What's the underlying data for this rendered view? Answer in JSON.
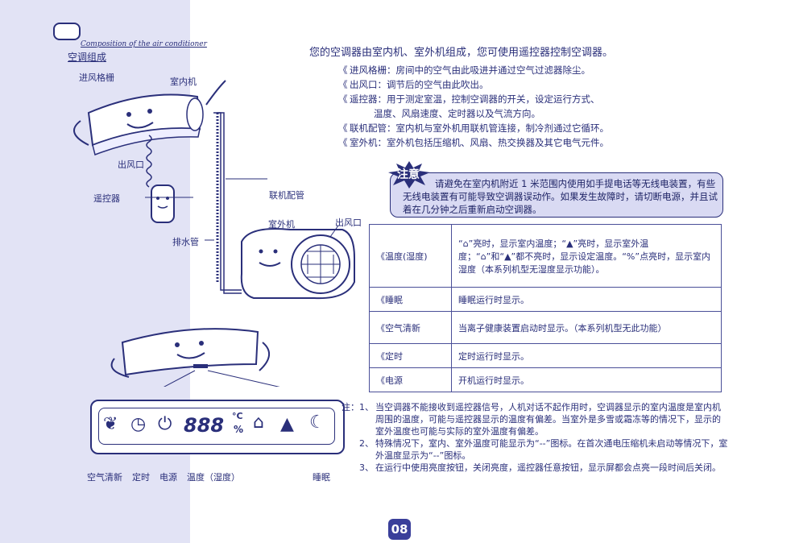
{
  "header": {
    "subtitle": "Composition of the air conditioner",
    "title": "空调组成"
  },
  "diagram_labels": {
    "intake_grille": "进风格栅",
    "indoor_unit": "室内机",
    "outlet": "出风口",
    "remote": "遥控器",
    "pipe": "联机配管",
    "outdoor_unit": "室外机",
    "outdoor_outlet": "出风口",
    "drain": "排水管"
  },
  "display_labels": {
    "air_clean": "空气清新",
    "timer": "定时",
    "power": "电源",
    "temp": "温度（湿度）",
    "sleep": "睡眠",
    "digits": "888",
    "unit_c": "°C",
    "unit_pct": "%"
  },
  "intro": "您的空调器由室内机、室外机组成，您可使用遥控器控制空调器。",
  "parts": [
    "进风格栅：房间中的空气由此吸进并通过空气过滤器除尘。",
    "出风口：调节后的空气由此吹出。",
    "遥控器：用于测定室温，控制空调器的开关，设定运行方式、",
    "温度、风扇速度、定时器以及气流方向。",
    "联机配管：室内机与室外机用联机管连接，制冷剂通过它循环。",
    "室外机：室外机包括压缩机、风扇、热交换器及其它电气元件。"
  ],
  "notice": {
    "badge": "注意",
    "text": "请避免在室内机附近 1 米范围内使用如手提电话等无线电装置，有些无线电装置有可能导致空调器误动作。如果发生故障时，请切断电源，并且试着在几分钟之后重新启动空调器。"
  },
  "status_table": [
    {
      "key": "温度(湿度)",
      "desc": "“⌂”亮时，显示室内温度；“▲”亮时，显示室外温度；“⌂”和“▲”都不亮时，显示设定温度。“%”点亮时，显示室内湿度（本系列机型无湿度显示功能）。"
    },
    {
      "key": "睡眠",
      "desc": "睡眠运行时显示。"
    },
    {
      "key": "空气清新",
      "desc": "当离子健康装置启动时显示。（本系列机型无此功能）"
    },
    {
      "key": "定时",
      "desc": "定时运行时显示。"
    },
    {
      "key": "电源",
      "desc": "开机运行时显示。"
    }
  ],
  "footnotes": {
    "prefix": "注：",
    "items": [
      {
        "num": "1、",
        "text": "当空调器不能接收到遥控器信号，人机对话不起作用时，空调器显示的室内温度是室内机周围的温度，可能与遥控器显示的温度有偏差。当室外是多雪或霜冻等的情况下，显示的室外温度也可能与实际的室外温度有偏差。"
      },
      {
        "num": "2、",
        "text": "特殊情况下，室内、室外温度可能显示为“--”图标。在首次通电压缩机未启动等情况下，室外温度显示为“--”图标。"
      },
      {
        "num": "3、",
        "text": "在运行中使用亮度按钮，关闭亮度，遥控器任意按钮，显示屏都会点亮一段时间后关闭。"
      }
    ]
  },
  "page_number": "08",
  "colors": {
    "ink": "#2a2f7a",
    "panel": "#e2e3f5",
    "notice": "#d9daf3"
  }
}
